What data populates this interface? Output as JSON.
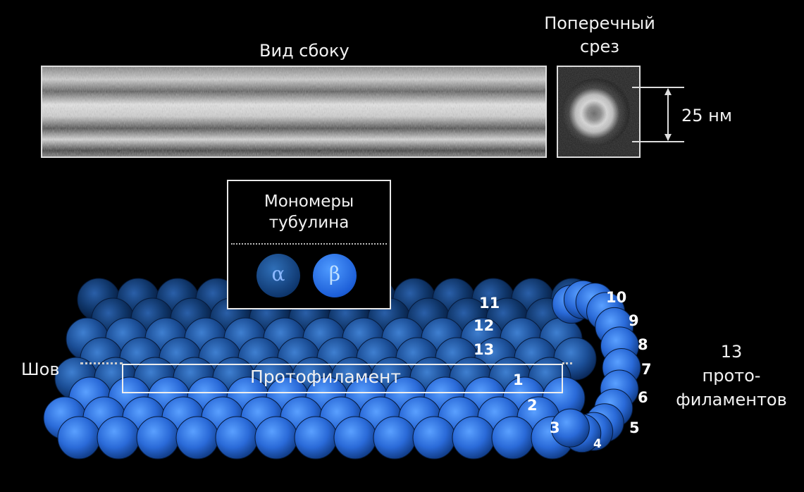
{
  "labels": {
    "side_view": "Вид сбоку",
    "cross_section": "Поперечный\nсрез",
    "diameter": "25 нм",
    "monomers_title": "Мономеры\nтубулина",
    "alpha": "α",
    "beta": "β",
    "seam": "Шов",
    "protofilament": "Протофиламент",
    "protofilament_count": "13\nпрото-\nфиламентов"
  },
  "protofilament_numbers": [
    "1",
    "2",
    "3",
    "4",
    "5",
    "6",
    "7",
    "8",
    "9",
    "10",
    "11",
    "12",
    "13"
  ],
  "colors": {
    "background": "#000000",
    "tubulin_dark": "#0f3870",
    "tubulin_light": "#4f9bff",
    "label": "#f2f2f2"
  }
}
